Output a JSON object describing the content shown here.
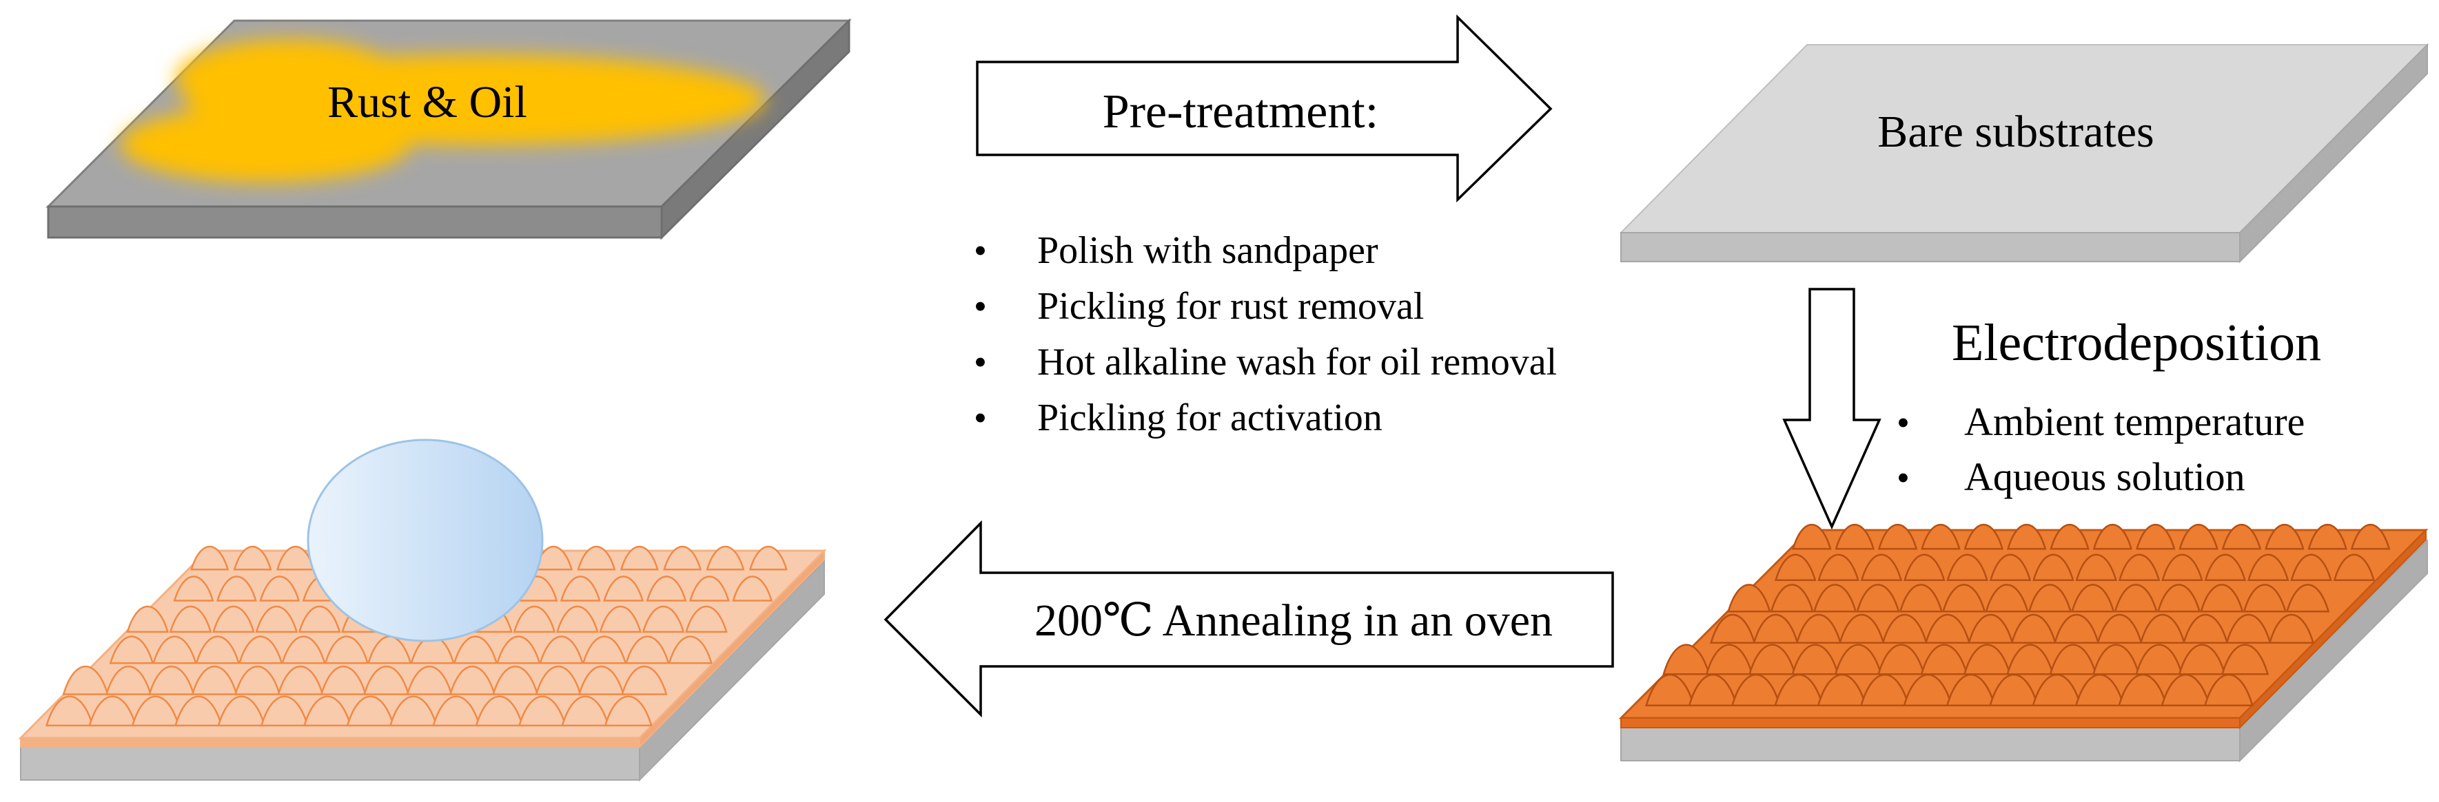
{
  "steps": {
    "rusty_plate": {
      "label": "Rust & Oil"
    },
    "pretreatment": {
      "title": "Pre-treatment:",
      "items": [
        "Polish with sandpaper",
        "Pickling for rust removal",
        "Hot alkaline wash for oil removal",
        "Pickling for activation"
      ]
    },
    "bare_plate": {
      "label": "Bare substrates"
    },
    "electrodeposition": {
      "title": "Electrodeposition",
      "items": [
        "Ambient temperature",
        "Aqueous solution"
      ]
    },
    "annealing": {
      "label": "200℃ Annealing in an oven"
    }
  },
  "bullet_glyph": "•",
  "colors": {
    "rust_plate_top": "#a6a6a6",
    "rust_plate_side": "#8c8c8c",
    "rust_stain": "#ffc000",
    "bare_plate_top": "#d9d9d9",
    "bare_plate_side": "#c0c0c0",
    "coating_dark": "#ed7d31",
    "coating_light": "#f8cbad",
    "droplet": "#bdd7ee"
  }
}
